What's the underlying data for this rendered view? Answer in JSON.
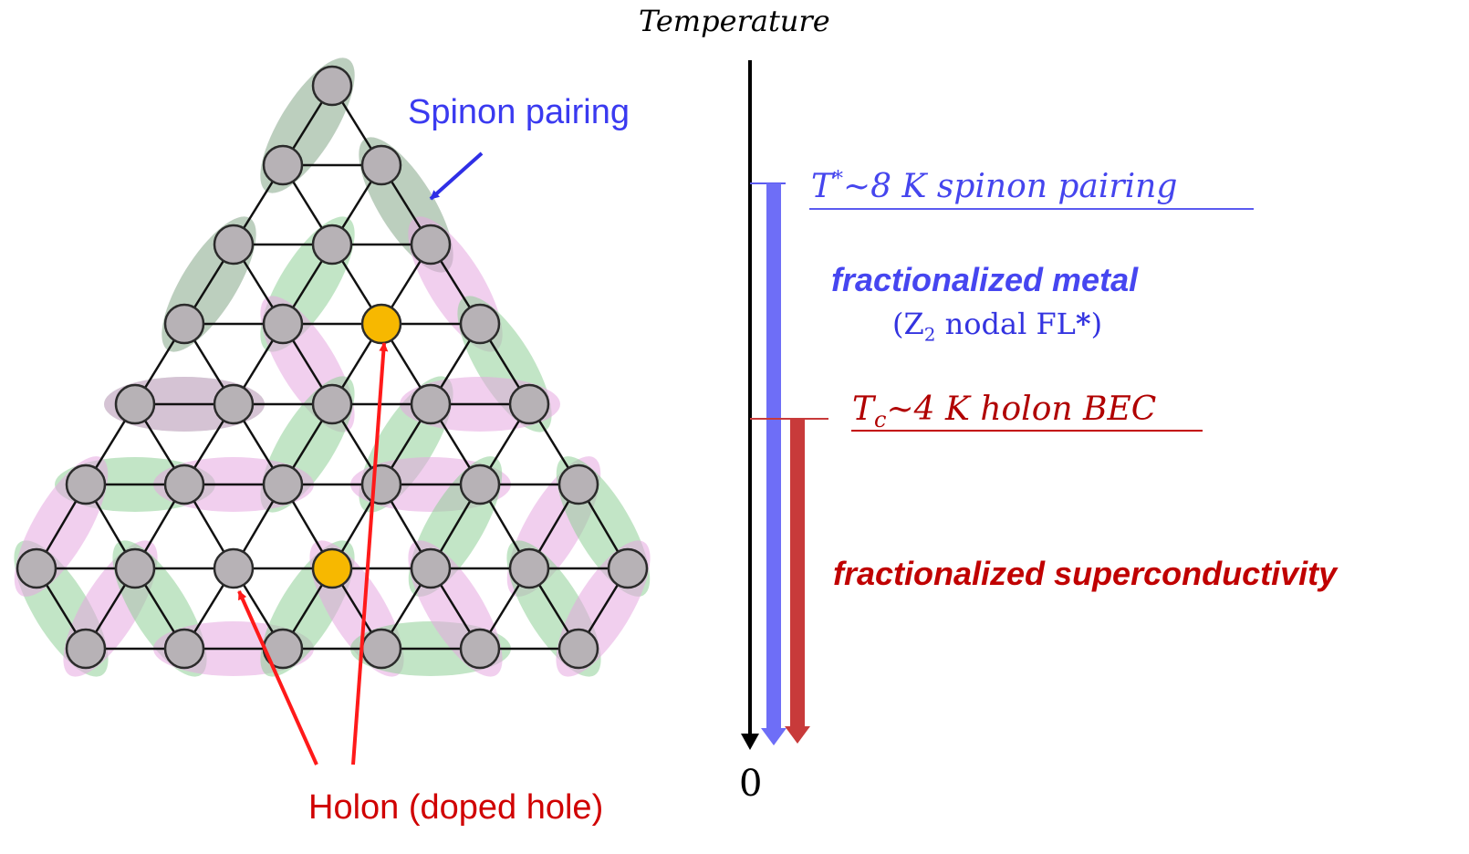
{
  "colors": {
    "node_fill": "#b7b2b6",
    "node_stroke": "#2b2b2b",
    "holon_fill": "#f7b800",
    "green_pair": "#8fcf97",
    "pink_pair": "#e6a8e0",
    "spinon_blue": "#5b5bf0",
    "holon_red": "#c83a3a",
    "arrow_red": "#ff1a1a",
    "label_red": "#c30000"
  },
  "lattice": {
    "spinon_label": "Spinon pairing",
    "holon_label": "Holon (doped hole)"
  },
  "axis": {
    "title": "Temperature",
    "zero": "0"
  },
  "levels": {
    "tstar_symbol": "T",
    "tstar_sup": "*",
    "tstar_text": "∼8 K  spinon pairing",
    "tc_symbol": "T",
    "tc_sub": "c",
    "tc_text": "∼4 K  holon BEC"
  },
  "phases": {
    "metal": "fractionalized metal",
    "metal_paren_open": "(Z",
    "metal_sub": "2",
    "metal_rest": " nodal FL",
    "metal_star": "*",
    "metal_paren_close": ")",
    "superconductivity": "fractionalized superconductivity"
  }
}
